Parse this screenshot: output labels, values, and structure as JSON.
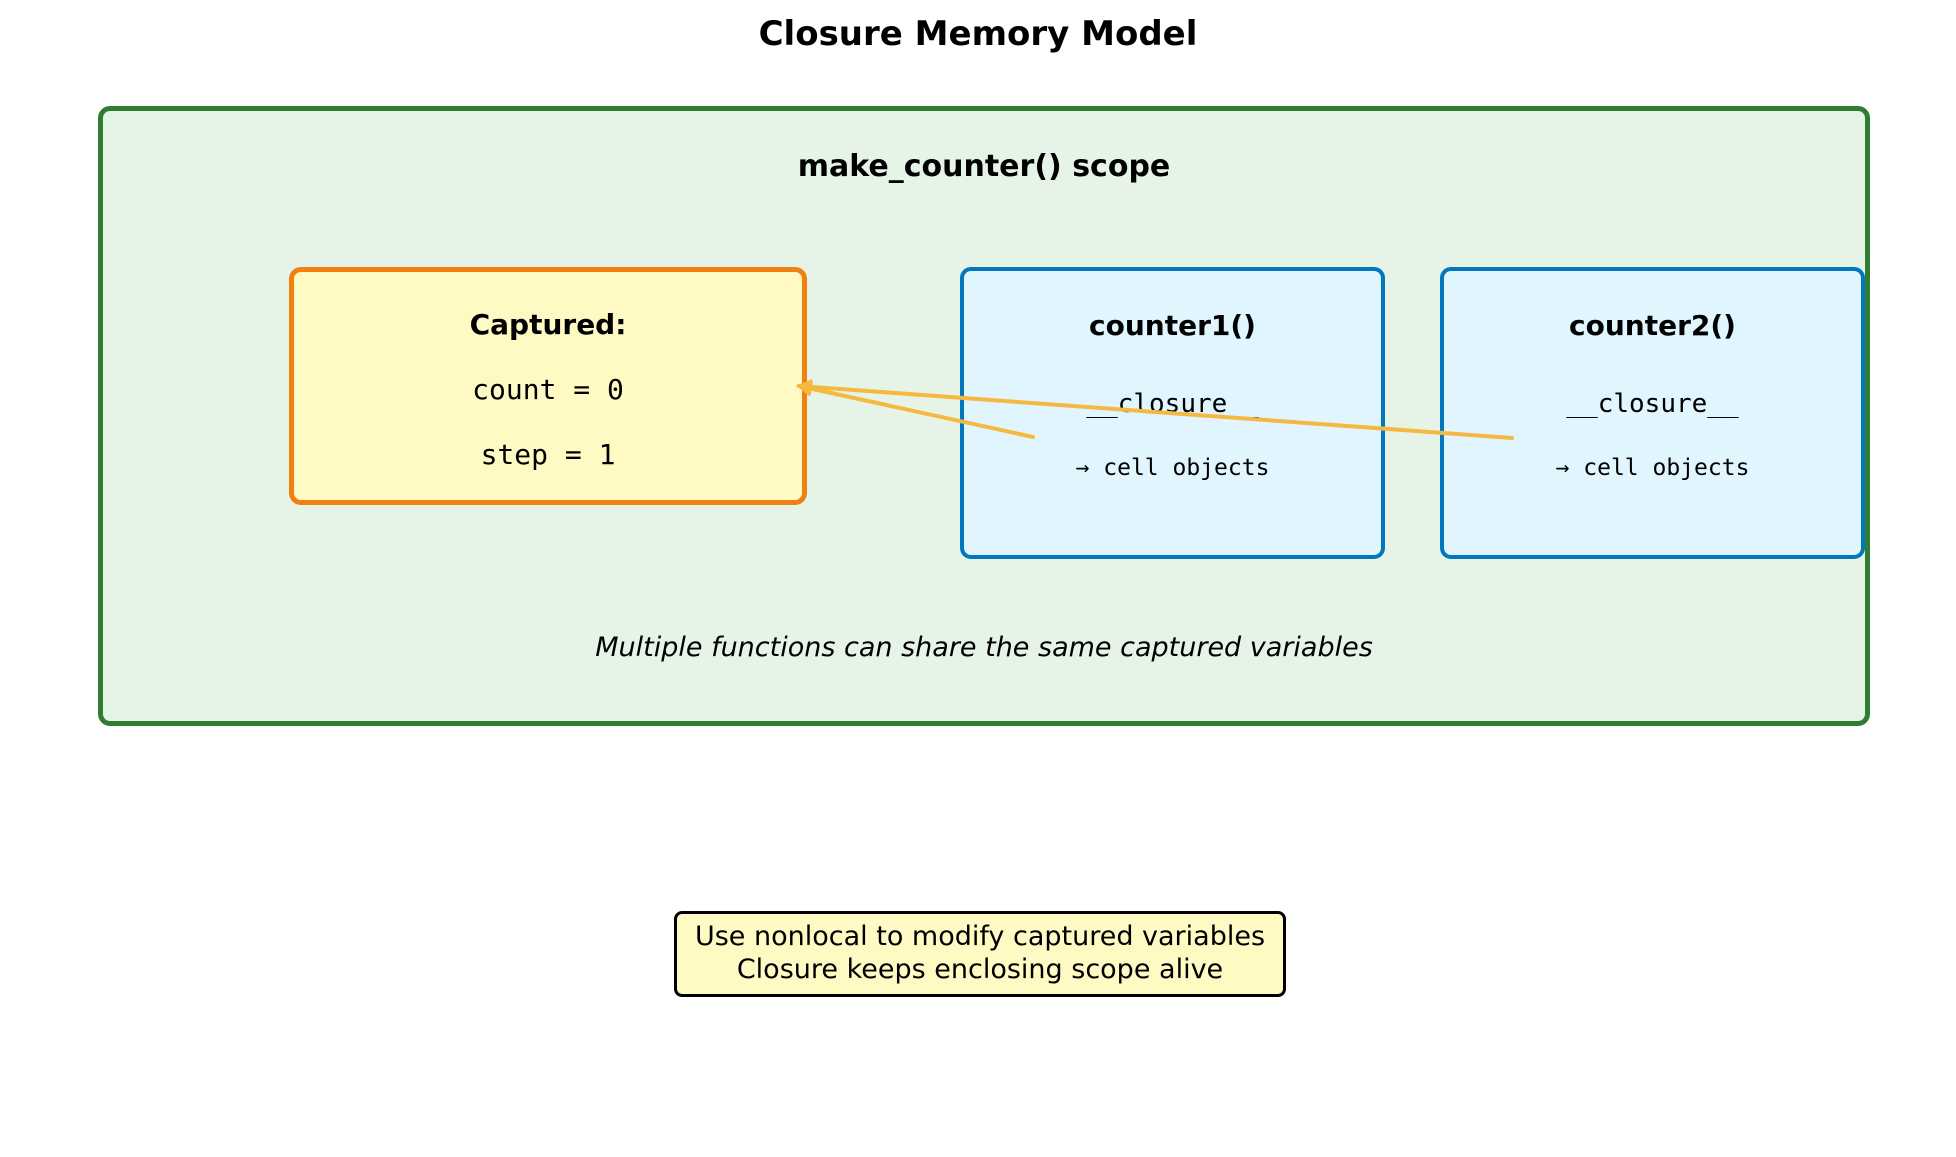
{
  "title": "Closure Memory Model",
  "scope": {
    "label": "make_counter() scope",
    "note": "Multiple functions can share the same captured variables",
    "border_color": "#2e7d32",
    "fill_color": "#e6f4e7"
  },
  "captured": {
    "header": "Captured:",
    "variables": [
      "count = 0",
      "step = 1"
    ],
    "border_color": "#f08010",
    "fill_color": "#fff9c4"
  },
  "functions": [
    {
      "name": "counter1()",
      "closure_attr": "__closure__",
      "cells": "→ cell objects"
    },
    {
      "name": "counter2()",
      "closure_attr": "__closure__",
      "cells": "→ cell objects"
    }
  ],
  "function_style": {
    "border_color": "#0277bd",
    "fill_color": "#e1f5fe"
  },
  "arrow_color": "#f5b942",
  "bottom_note": {
    "lines": [
      "Use nonlocal to modify captured variables",
      "Closure keeps enclosing scope alive"
    ]
  }
}
